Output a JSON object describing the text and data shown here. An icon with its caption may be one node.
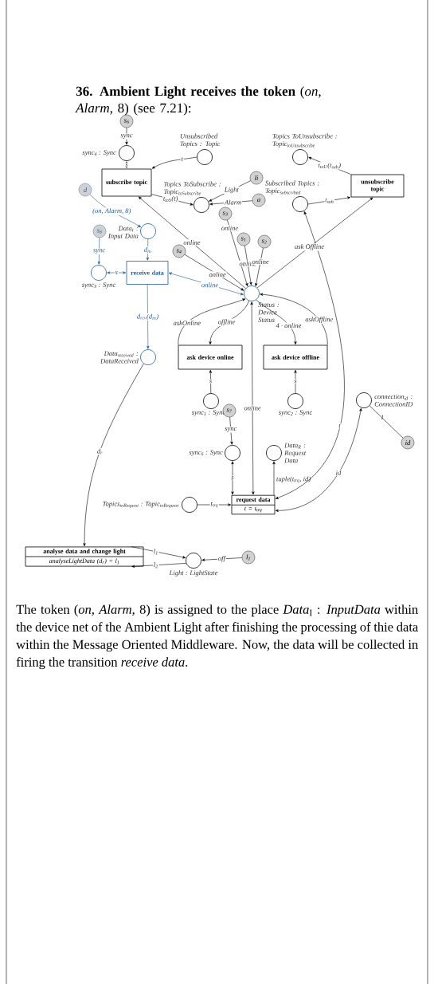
{
  "diagram": {
    "title": "**36. Ambient Light receives the token** (*on*, *Alarm*, 8) (see 7.21):",
    "caption": "The token (*on*, *Alarm*, 8) is assigned to the place *Data*$_{I}$ : *InputData* within the device net of the Ambient Light after finishing the processing of thie data within the Message Oriented Middleware. Now, the data will be collected in firing the transition *receive data*.",
    "nodes": [
      {
        "text": [
          "s$_{6}$"
        ]
      },
      {
        "text": [
          "sync$_{4}$ : Sync"
        ]
      },
      {
        "text": [
          "subscribe topic"
        ]
      },
      {
        "text": [
          "Unsubscribed Topics : Topic"
        ]
      },
      {
        "text": [
          "Topics ToSubscribe : Topic$_{toSubscribe}$"
        ]
      },
      {
        "text": [
          "li"
        ]
      },
      {
        "text": [
          "a"
        ]
      },
      {
        "text": [
          "Topics ToUnsubscribe : Topic$_{toUnsubscribe}$"
        ]
      },
      {
        "text": [
          "unsubscribe topic"
        ]
      },
      {
        "text": [
          "Subscribed Topics : Topic$_{subscribed}$"
        ]
      },
      {
        "text": [
          "d"
        ]
      },
      {
        "text": [
          "Data$_{I}$ : Input Data"
        ]
      },
      {
        "text": [
          "s$_{8}$"
        ]
      },
      {
        "text": [
          "s$_{3}$"
        ]
      },
      {
        "text": [
          "s$_{1}$"
        ]
      },
      {
        "text": [
          "s$_{2}$"
        ]
      },
      {
        "text": [
          "s$_{4}$"
        ]
      },
      {
        "text": [
          "sync$_{3}$ : Sync"
        ]
      },
      {
        "text": [
          "receive data"
        ]
      },
      {
        "text": [
          "Status : Device Status"
        ]
      },
      {
        "text": [
          "ask device online"
        ]
      },
      {
        "text": [
          "ask device offline"
        ]
      },
      {
        "text": [
          "Data$_{received}$ : DataReceived"
        ]
      },
      {
        "text": [
          "connection$_{id}$ : ConnectionID"
        ]
      },
      {
        "text": [
          "sync$_{1}$ : Sync"
        ]
      },
      {
        "text": [
          "sync$_{2}$ : Sync"
        ]
      },
      {
        "text": [
          "s$_{7}$"
        ]
      },
      {
        "text": [
          "id"
        ]
      },
      {
        "text": [
          "sync$_{6}$ : Sync"
        ]
      },
      {
        "text": [
          "Data$_{R}$ : Request Data"
        ]
      },
      {
        "text": [
          "request data",
          "t = t$_{trq}$"
        ]
      },
      {
        "text": [
          "Topics$_{toRequest}$ : Topic$_{toRequest}$"
        ]
      },
      {
        "text": [
          "analyse data and change light",
          "analyseLightData (d$_{r}$) = l$_{1}$"
        ]
      },
      {
        "text": [
          "Light : LightState"
        ]
      },
      {
        "text": [
          "l$_{1}$"
        ]
      }
    ],
    "edges": [
      {
        "from": 0,
        "to": 1,
        "arrow": "to",
        "label": "sync"
      },
      {
        "from": 1,
        "to": 2,
        "arrow": "both",
        "label": "s"
      },
      {
        "from": 3,
        "to": 2,
        "arrow": "to",
        "label": "t"
      },
      {
        "from": 2,
        "to": 4,
        "arrow": "to",
        "label": "t$_{toS}$(t)"
      },
      {
        "from": 5,
        "to": 4,
        "arrow": "to",
        "label": "Light"
      },
      {
        "from": 6,
        "to": 4,
        "arrow": "to",
        "label": "Alarm"
      },
      {
        "from": 9,
        "to": 8,
        "arrow": "to",
        "label": "t$_{sub}$"
      },
      {
        "from": 8,
        "to": 7,
        "arrow": "to",
        "label": "t$_{toU}$(t$_{sub}$)"
      },
      {
        "from": 19,
        "to": 2,
        "arrow": "to",
        "label": "online"
      },
      {
        "from": 19,
        "to": 8,
        "arrow": "to",
        "label": "ask Offline"
      },
      {
        "from": 30,
        "to": 9,
        "arrow": "both",
        "label": "t"
      },
      {
        "from": 23,
        "to": 30,
        "arrow": "both",
        "label": "id"
      },
      {
        "from": 27,
        "to": 23,
        "arrow": "none",
        "label": "1"
      },
      {
        "from": 13,
        "to": 19,
        "arrow": "to",
        "label": "online"
      },
      {
        "from": 14,
        "to": 19,
        "arrow": "to",
        "label": "online"
      },
      {
        "from": 15,
        "to": 19,
        "arrow": "to",
        "label": "online"
      },
      {
        "from": 16,
        "to": 19,
        "arrow": "to",
        "label": "online"
      },
      {
        "from": 18,
        "to": 19,
        "arrow": "both",
        "label": "online",
        "color": "#1f5b99"
      },
      {
        "from": 19,
        "to": 30,
        "arrow": "both",
        "label": "online"
      },
      {
        "from": 20,
        "to": 19,
        "arrow": "to",
        "label": "askOnline"
      },
      {
        "from": 19,
        "to": 20,
        "arrow": "to",
        "label": "offline"
      },
      {
        "from": 21,
        "to": 19,
        "arrow": "to",
        "label": "askOffline"
      },
      {
        "from": 19,
        "to": 21,
        "arrow": "to",
        "label": "4 · online"
      },
      {
        "from": 24,
        "to": 20,
        "arrow": "to",
        "label": "s"
      },
      {
        "from": 25,
        "to": 21,
        "arrow": "to",
        "label": "s"
      },
      {
        "from": 26,
        "to": 28,
        "arrow": "to",
        "label": "sync"
      },
      {
        "from": 28,
        "to": 30,
        "arrow": "both",
        "label": "s"
      },
      {
        "from": 12,
        "to": 17,
        "arrow": "to",
        "label": "sync",
        "color": "#1f5b99"
      },
      {
        "from": 10,
        "to": 11,
        "arrow": "to",
        "label": "(on, Alarm, 8)",
        "color": "#1f5b99"
      },
      {
        "from": 11,
        "to": 18,
        "arrow": "to",
        "label": "d$_{in}$",
        "color": "#1f5b99"
      },
      {
        "from": 17,
        "to": 18,
        "arrow": "both",
        "label": "s",
        "color": "#1f5b99"
      },
      {
        "from": 18,
        "to": 22,
        "arrow": "to",
        "label": "d$_{rcv}$(d$_{in}$)",
        "color": "#1f5b99"
      },
      {
        "from": 22,
        "to": 32,
        "arrow": "to",
        "label": "d$_{r}$"
      },
      {
        "from": 30,
        "to": 29,
        "arrow": "to",
        "label": "tuple(t$_{trq}$, id)"
      },
      {
        "from": 31,
        "to": 30,
        "arrow": "to",
        "label": "t$_{trq}$"
      },
      {
        "from": 32,
        "to": 33,
        "arrow": "to",
        "label": "l$_{1}$"
      },
      {
        "from": 33,
        "to": 32,
        "arrow": "to",
        "label": "l$_{2}$"
      },
      {
        "from": 34,
        "to": 33,
        "arrow": "to",
        "label": "off"
      }
    ]
  }
}
